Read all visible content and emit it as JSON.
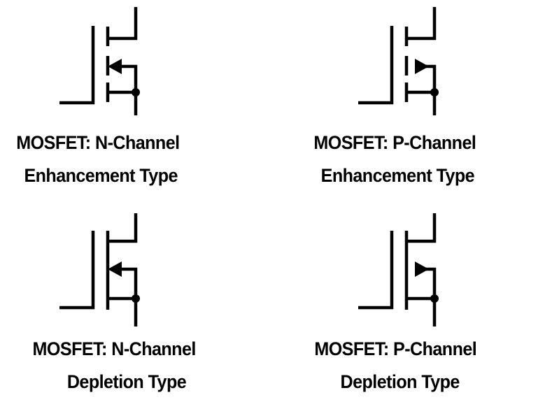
{
  "symbols": [
    {
      "id": "n-enh",
      "line1": "MOSFET: N-Channel",
      "line2": "Enhancement Type",
      "channel": "N",
      "mode": "enhancement"
    },
    {
      "id": "p-enh",
      "line1": "MOSFET: P-Channel",
      "line2": "Enhancement Type",
      "channel": "P",
      "mode": "enhancement"
    },
    {
      "id": "n-dep",
      "line1": "MOSFET: N-Channel",
      "line2": "Depletion Type",
      "channel": "N",
      "mode": "depletion"
    },
    {
      "id": "p-dep",
      "line1": "MOSFET: P-Channel",
      "line2": "Depletion Type",
      "channel": "P",
      "mode": "depletion"
    }
  ]
}
